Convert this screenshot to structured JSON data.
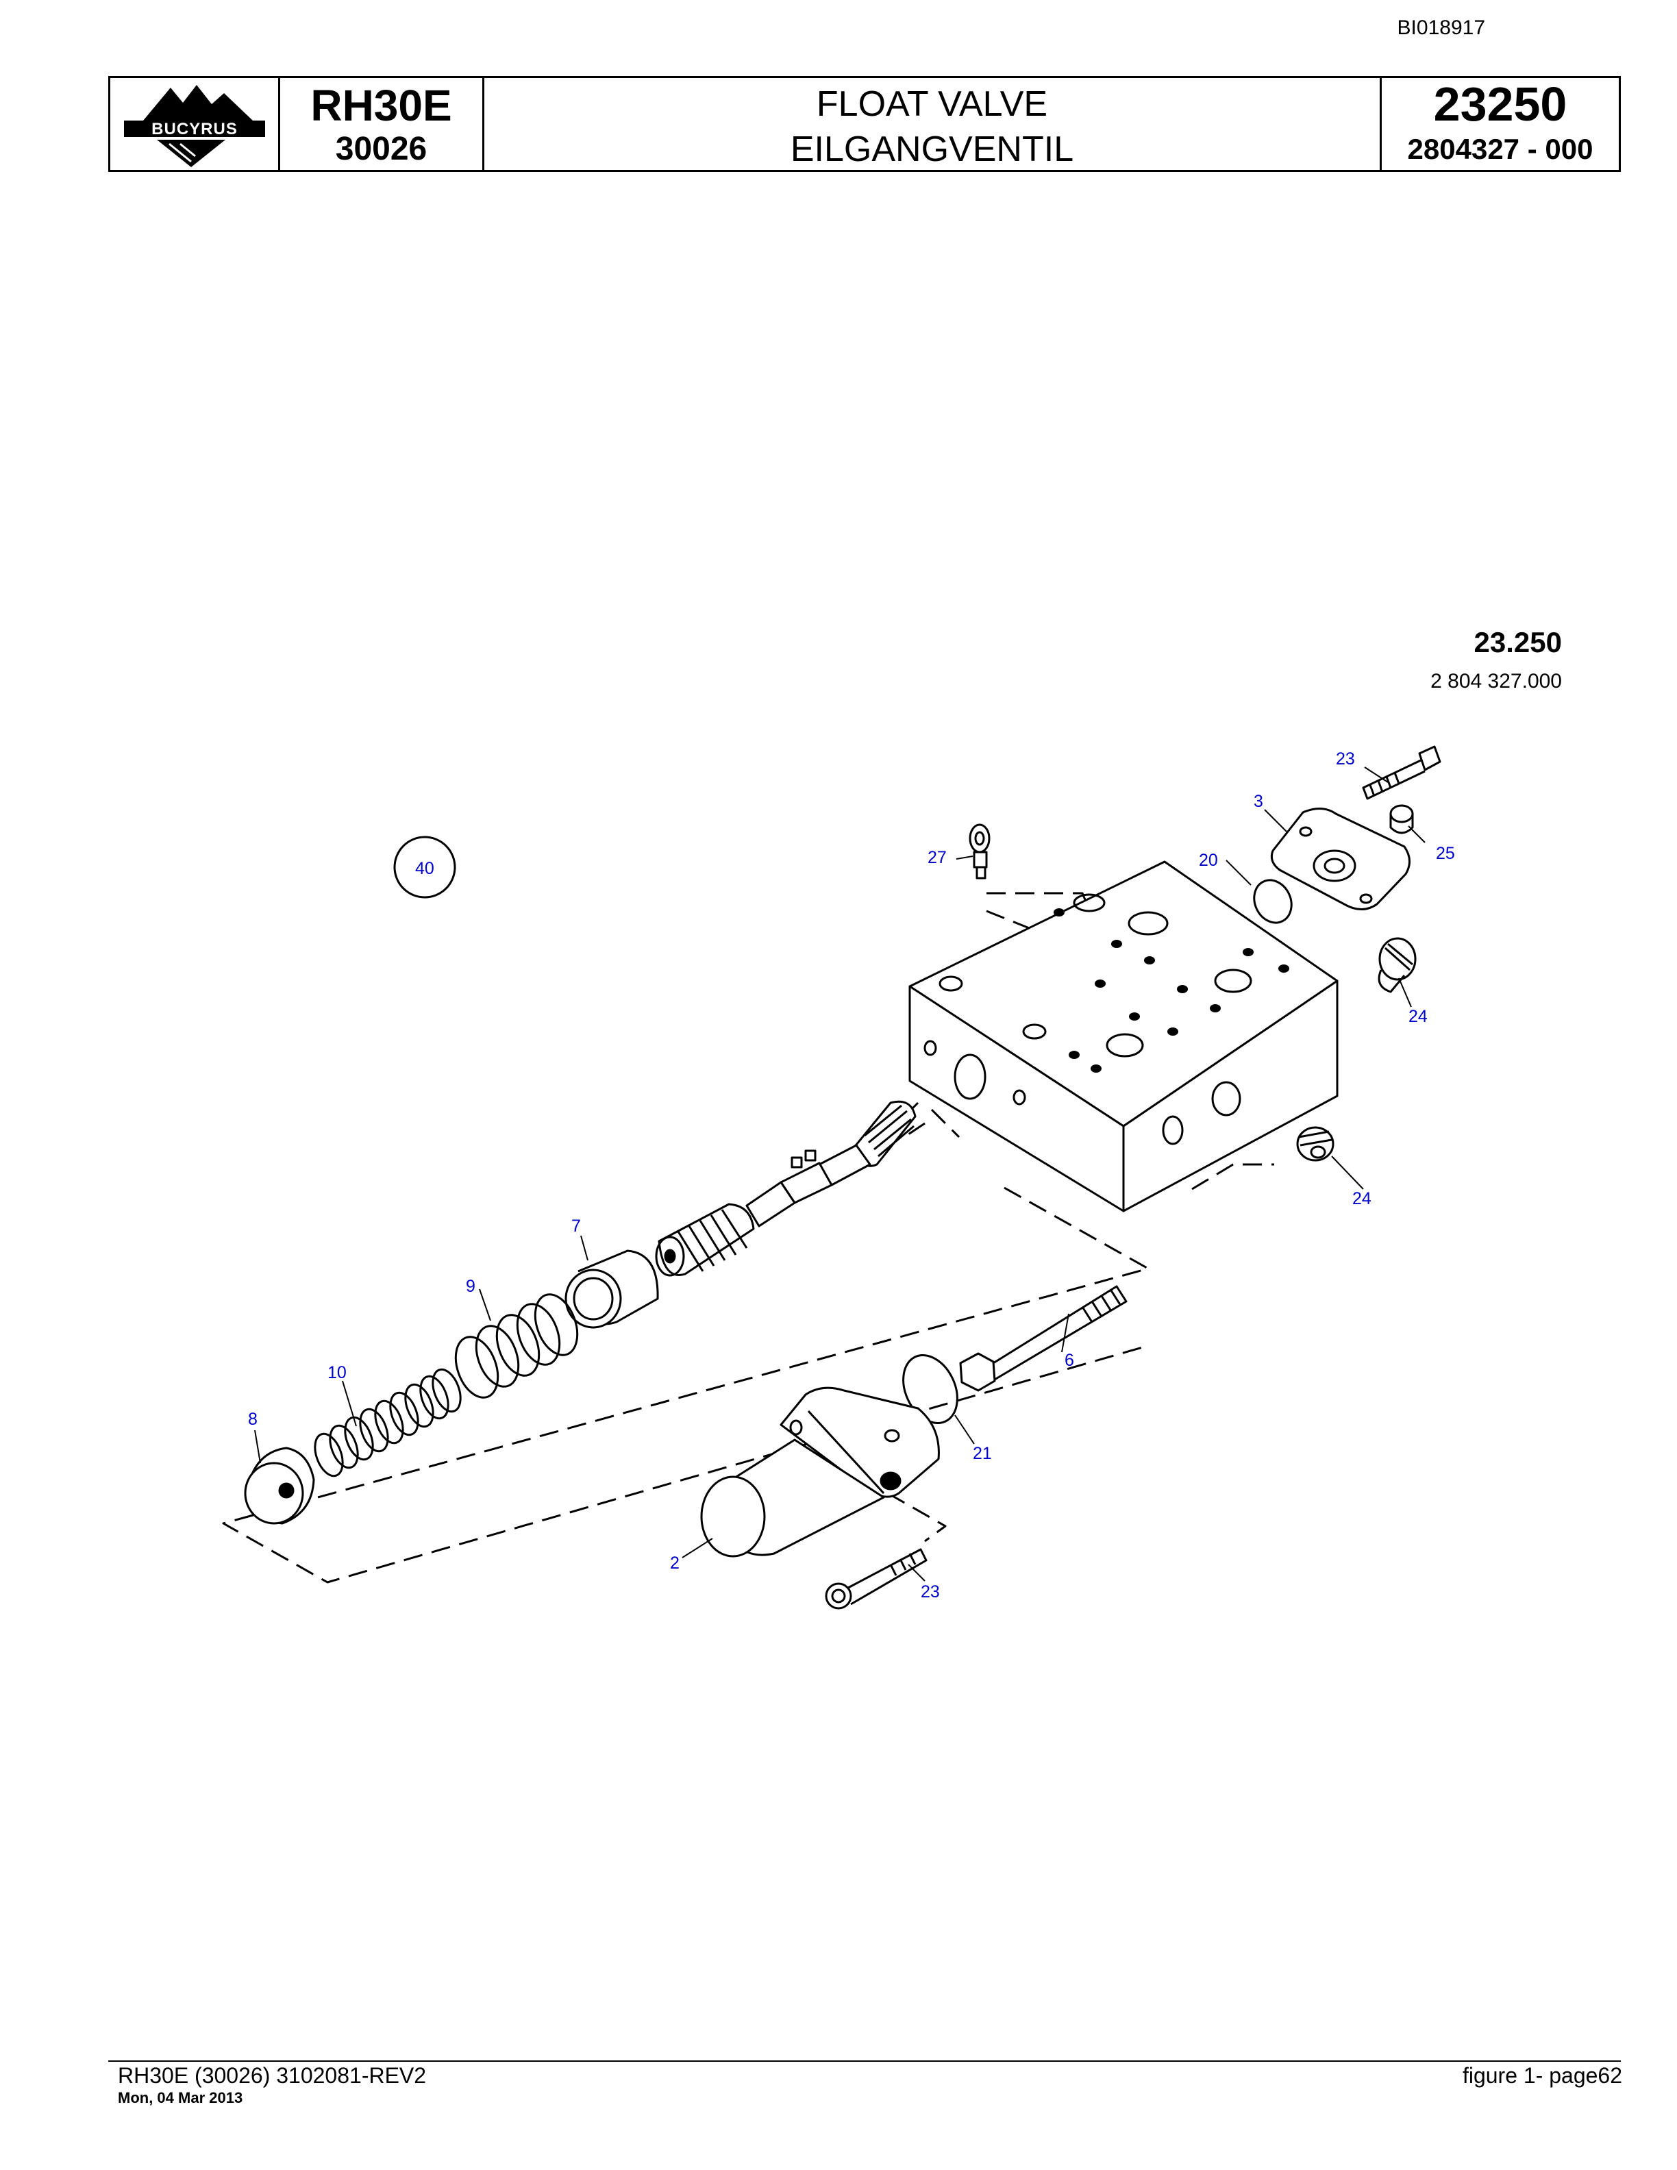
{
  "document_id": "BI018917",
  "header": {
    "logo_text": "BUCYRUS",
    "model": "RH30E",
    "serial": "30026",
    "title_en": "FLOAT VALVE",
    "title_de": "EILGANGVENTIL",
    "group_number": "23250",
    "part_number": "2804327  - 000"
  },
  "figure": {
    "figure_number": "23.250",
    "figure_part": "2 804 327.000",
    "callouts": {
      "c2": "2",
      "c3": "3",
      "c6": "6",
      "c7": "7",
      "c8": "8",
      "c9": "9",
      "c10": "10",
      "c20": "20",
      "c21": "21",
      "c23a": "23",
      "c23b": "23",
      "c24a": "24",
      "c24b": "24",
      "c25": "25",
      "c27": "27",
      "c40": "40"
    }
  },
  "footer": {
    "left": "RH30E (30026) 3102081-REV2",
    "date": "Mon, 04 Mar 2013",
    "right": "figure  1- page62"
  }
}
